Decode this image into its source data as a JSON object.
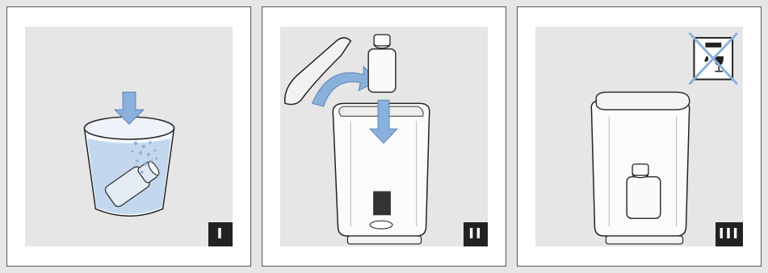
{
  "steps": [
    {
      "label": "I"
    },
    {
      "label": "II"
    },
    {
      "label": "III"
    }
  ],
  "icons": {
    "panel_1": [
      "water-glass-icon",
      "down-arrow-icon",
      "water-filter-icon",
      "bubbles-icon"
    ],
    "panel_2": [
      "tank-lid-icon",
      "curved-arrow-icon",
      "water-filter-icon",
      "down-arrow-icon",
      "water-tank-icon"
    ],
    "panel_3": [
      "water-tank-icon",
      "water-filter-icon",
      "no-dishwasher-icon"
    ]
  },
  "colors": {
    "background": "#e6e6e6",
    "panel": "#ffffff",
    "water": "#c3d8ee",
    "arrow": "#8ab0dc",
    "badge": "#222222"
  }
}
